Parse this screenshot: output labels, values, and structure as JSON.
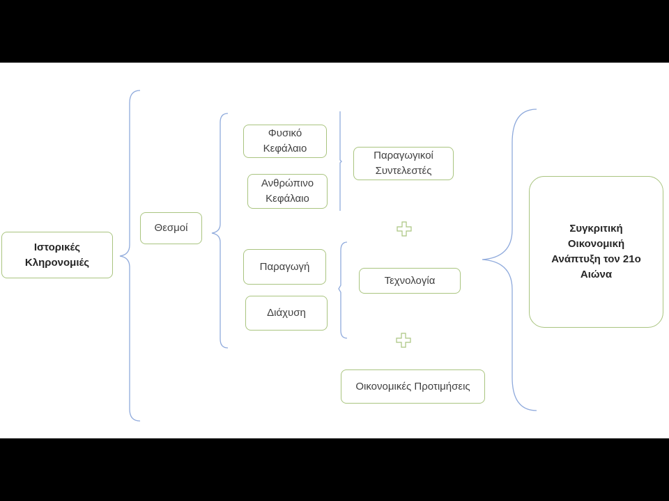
{
  "diagram": {
    "nodes": {
      "istorikes": "Ιστορικές\nΚληρονομιές",
      "thesmoi": "Θεσμοί",
      "fysiko": "Φυσικό\nΚεφάλαιο",
      "anthropino": "Ανθρώπινο\nΚεφάλαιο",
      "paragogi": "Παραγωγή",
      "diachysi": "Διάχυση",
      "paragogikoi": "Παραγωγικοί\nΣυντελεστές",
      "technologia": "Τεχνολογία",
      "protimiseis": "Οικονομικές Προτιμήσεις",
      "anaptyxi": "Συγκριτική\nΟικονομική\nΑνάπτυξη τον 21ο\nΑιώνα"
    },
    "colors": {
      "node_border": "#a9c47f",
      "brace": "#8faadc",
      "plus": "#a9c47f",
      "letterbox": "#000000"
    },
    "icons": [
      "brace-icon",
      "plus-icon"
    ]
  }
}
